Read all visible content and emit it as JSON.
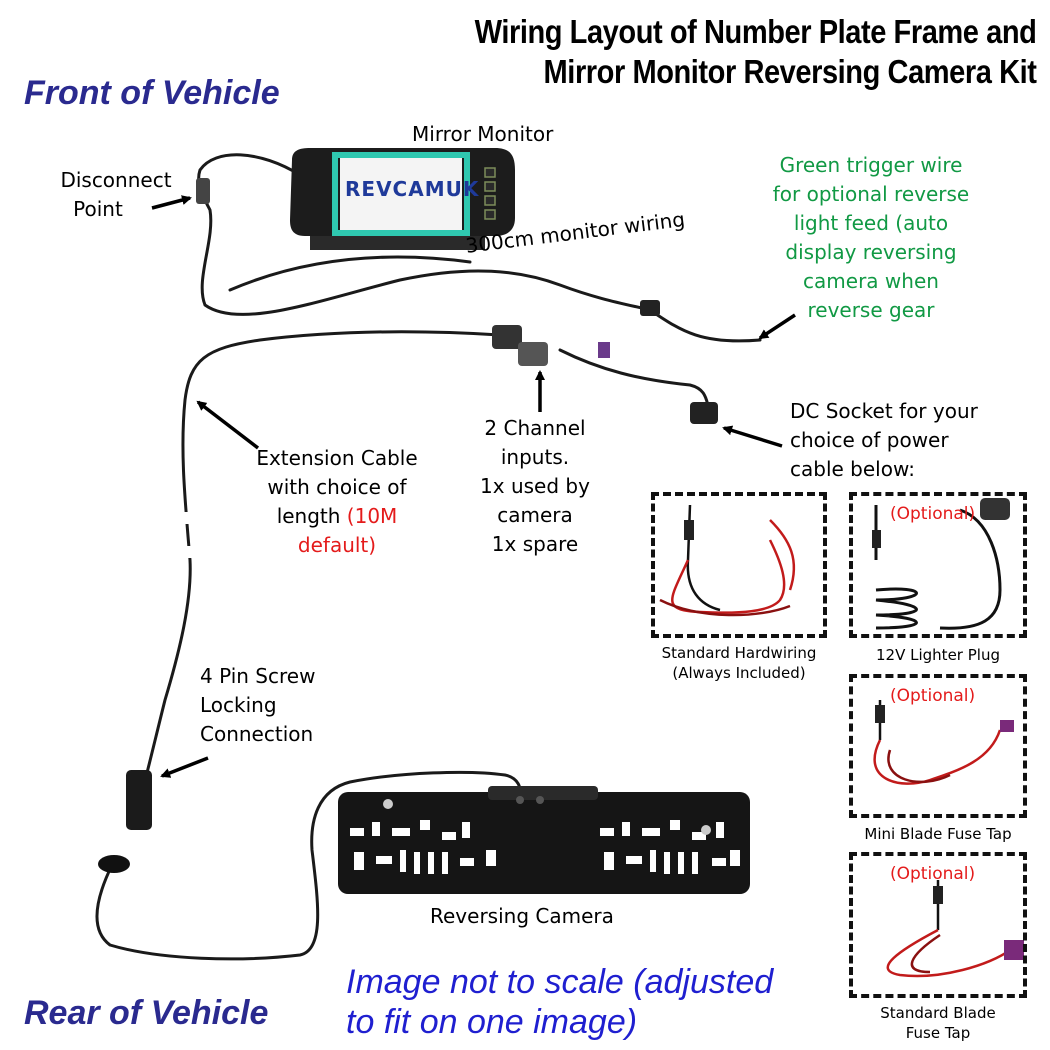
{
  "title": {
    "line1": "Wiring Layout of Number Plate Frame and",
    "line2": "Mirror Monitor Reversing Camera Kit"
  },
  "corners": {
    "front": "Front of Vehicle",
    "rear": "Rear of Vehicle"
  },
  "monitor": {
    "label": "Mirror Monitor",
    "brand": "REVCAMUK"
  },
  "disconnect": {
    "line1": "Disconnect",
    "line2": "Point"
  },
  "monitor_wiring": "300cm monitor wiring",
  "green_trigger": [
    "Green trigger wire",
    "for optional reverse",
    "light feed (auto",
    "display reversing",
    "camera when",
    "reverse gear"
  ],
  "dc_socket": [
    "DC Socket for your",
    "choice of power",
    "cable below:"
  ],
  "channel_inputs": [
    "2 Channel",
    "inputs.",
    "1x used by",
    "camera",
    "1x spare"
  ],
  "extension": {
    "line1": "Extension Cable",
    "line2": "with choice of",
    "line3": "length",
    "highlight1": "(10M",
    "highlight2": "default)"
  },
  "pin_connection": [
    "4 Pin Screw",
    "Locking",
    "Connection"
  ],
  "camera_label": "Reversing Camera",
  "scale_note": {
    "line1": "Image not to scale (adjusted",
    "line2": "to fit on one image)"
  },
  "power_options": {
    "optional": "(Optional)",
    "hardwiring_line1": "Standard Hardwiring",
    "hardwiring_line2": "(Always Included)",
    "lighter": "12V Lighter Plug",
    "mini_blade": "Mini Blade Fuse Tap",
    "standard_blade_line1": "Standard Blade",
    "standard_blade_line2": "Fuse Tap"
  },
  "colors": {
    "corner_text": "#2a2a8f",
    "green_text": "#119944",
    "red_text": "#e41b1b",
    "scale_text": "#1f1fd0",
    "screen_teal": "#2fc8b0"
  }
}
